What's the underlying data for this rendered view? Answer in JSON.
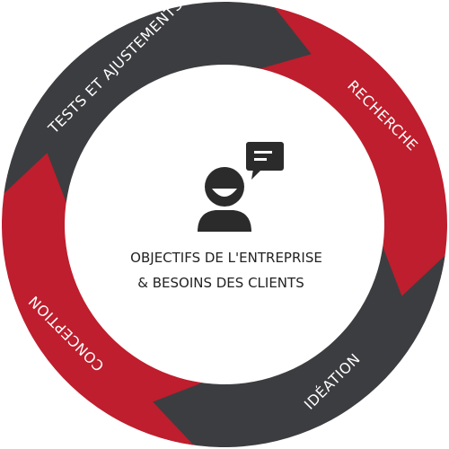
{
  "colors": {
    "red": "#be1e2d",
    "dark": "#3c3d40",
    "center_icon": "#2b2b2b",
    "center_text": "#222222",
    "label_text": "#ffffff"
  },
  "stages": [
    {
      "label": "RECHERCHE",
      "color": "red",
      "icon": ""
    },
    {
      "label": "IDÉATION",
      "color": "dark",
      "icon": ""
    },
    {
      "label": "CONCEPTION",
      "color": "red",
      "icon": ""
    },
    {
      "label": "TESTS ET AJUSTEMENTS",
      "color": "dark",
      "icon": ""
    }
  ],
  "center": {
    "icon": "person-speech-bubble-icon",
    "line1": "OBJECTIFS DE L'ENTREPRISE",
    "line2": "&  BESOINS DES CLIENTS"
  }
}
